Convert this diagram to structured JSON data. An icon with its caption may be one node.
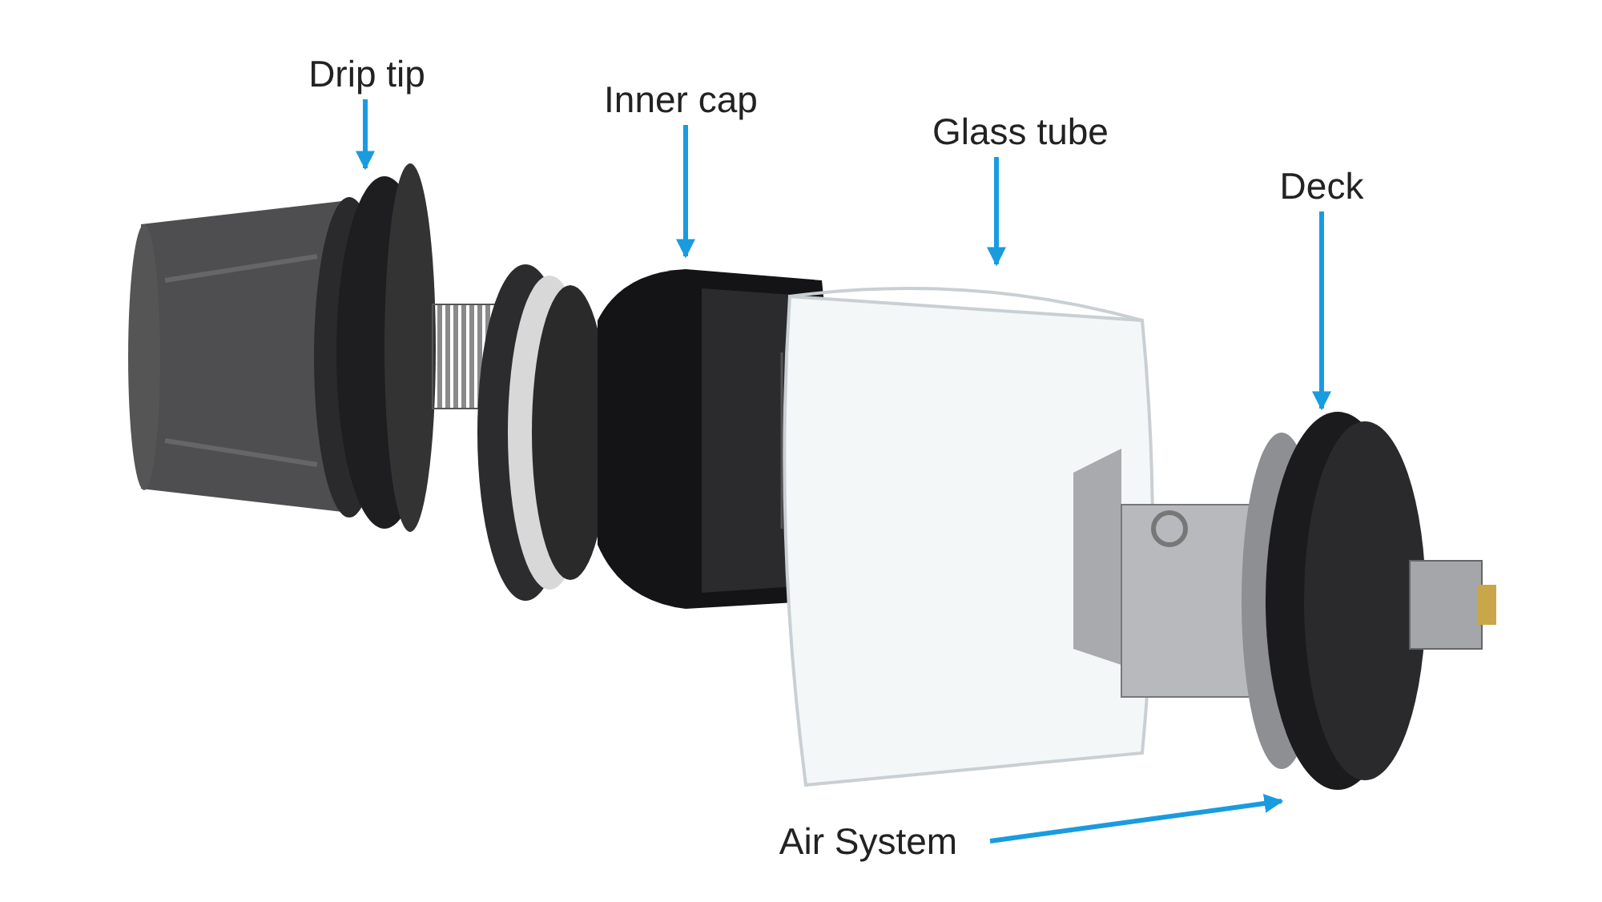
{
  "diagram": {
    "nodes": [
      {
        "text": [
          "Drip tip"
        ]
      },
      {
        "text": [
          "Inner cap"
        ]
      },
      {
        "text": [
          "Glass tube"
        ]
      },
      {
        "text": [
          "Deck"
        ]
      },
      {
        "text": [],
        "shape": "picture"
      },
      {
        "text": [],
        "shape": "picture"
      },
      {
        "text": [],
        "shape": "picture"
      },
      {
        "text": [],
        "shape": "picture"
      },
      {
        "text": [
          "Air System"
        ]
      }
    ],
    "edges": [
      {
        "from": 0,
        "to": 4,
        "arrow": "to"
      },
      {
        "from": 1,
        "to": 5,
        "arrow": "to"
      },
      {
        "from": 2,
        "to": 6,
        "arrow": "to"
      },
      {
        "from": 3,
        "to": 7,
        "arrow": "to"
      },
      {
        "from": 8,
        "to": 7,
        "arrow": "to"
      }
    ]
  }
}
